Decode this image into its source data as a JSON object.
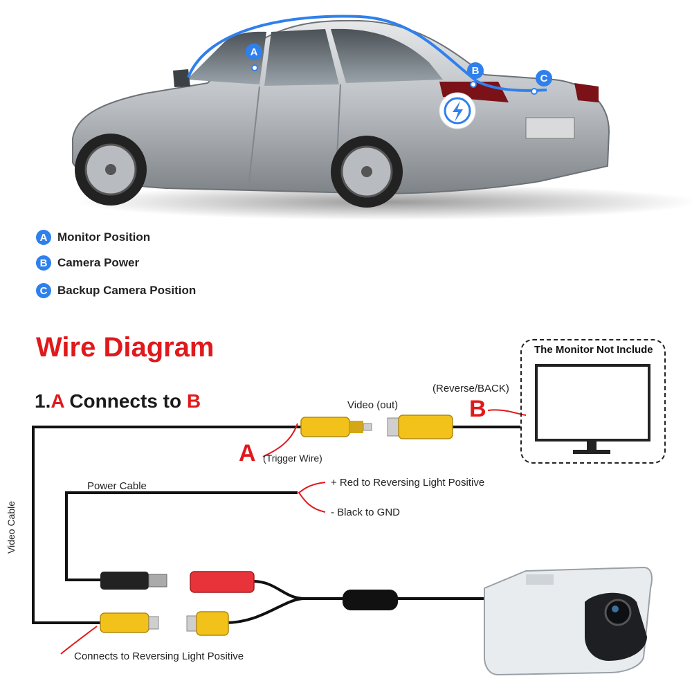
{
  "car_markers": {
    "a": "A",
    "b": "B",
    "c": "C"
  },
  "legend": [
    {
      "badge": "A",
      "text": "Monitor Position"
    },
    {
      "badge": "B",
      "text": "Camera Power"
    },
    {
      "badge": "C",
      "text": "Backup Camera Position"
    }
  ],
  "wire_diagram": {
    "title": "Wire Diagram",
    "subtitle_prefix": "1.",
    "subtitle_a": "A",
    "subtitle_mid": " Connects to ",
    "subtitle_b": "B",
    "video_out": "Video (out)",
    "reverse_back": "(Reverse/BACK)",
    "letter_b": "B",
    "letter_a": "A",
    "trigger_wire": "(Trigger Wire)",
    "monitor_note": "The Monitor Not Include",
    "power_cable": "Power Cable",
    "red_wire": "+ Red to Reversing Light Positive",
    "black_wire": "- Black to GND",
    "video_cable": "Video Cable",
    "reversing_light": "Connects to Reversing Light Positive"
  },
  "colors": {
    "accent_red": "#e0191c",
    "marker_blue": "#2f80ed",
    "rca_yellow": "#f2c21b",
    "power_red": "#e8333a"
  }
}
